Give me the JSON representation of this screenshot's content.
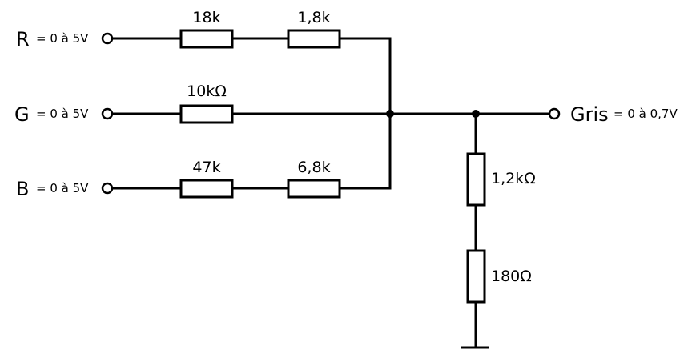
{
  "inputs": {
    "r": {
      "name": "R",
      "range": "= 0 à 5V"
    },
    "g": {
      "name": "G",
      "range": "= 0 à 5V"
    },
    "b": {
      "name": "B",
      "range": "= 0 à 5V"
    }
  },
  "output": {
    "name": "Gris",
    "range": "= 0 à 0,7V"
  },
  "resistors": {
    "r1": "18k",
    "r2": "1,8k",
    "g1": "10kΩ",
    "b1": "47k",
    "b2": "6,8k",
    "d1": "1,2kΩ",
    "d2": "180Ω"
  }
}
